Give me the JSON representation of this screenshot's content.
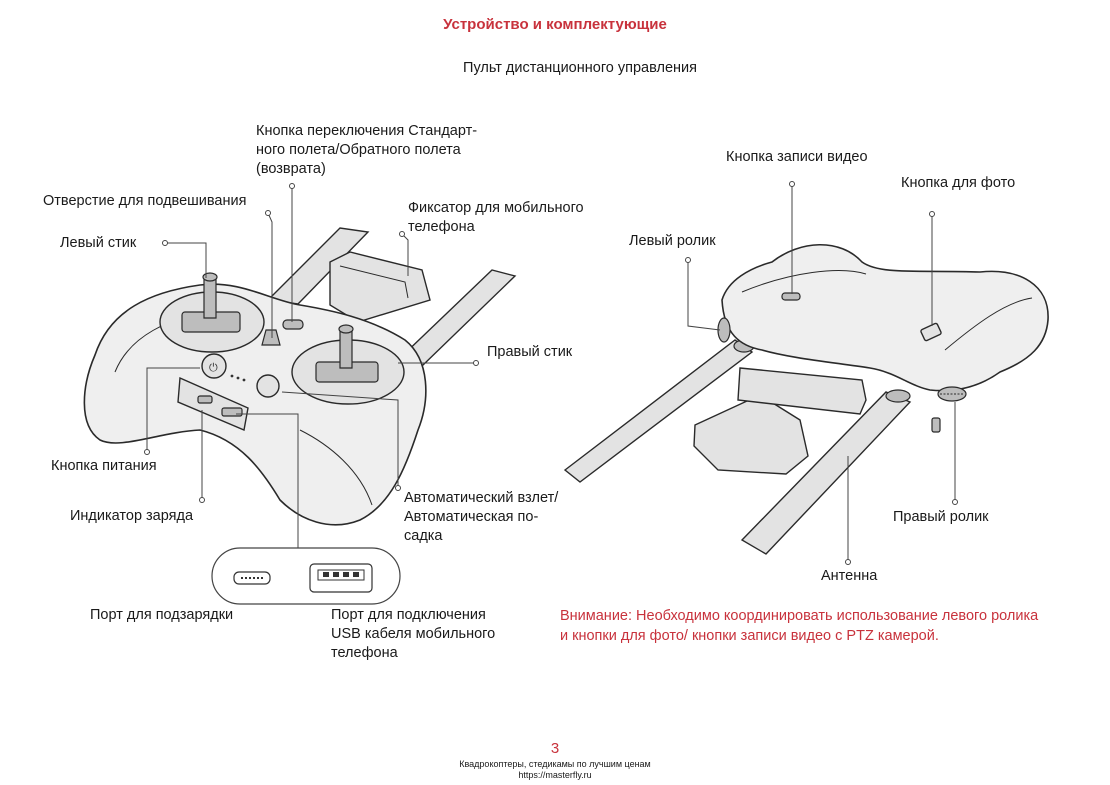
{
  "header": {
    "title": "Устройство и комплектующие",
    "subtitle": "Пульт дистанционного управления"
  },
  "left_labels": {
    "mode_switch": [
      "Кнопка переключения Стандарт-",
      "ного полета/Обратного полета",
      "(возврата)"
    ],
    "lanyard_hole": "Отверстие для подвешивания",
    "phone_holder": [
      "Фиксатор для мобильного",
      "телефона"
    ],
    "left_stick": "Левый стик",
    "right_stick": "Правый стик",
    "power_button": "Кнопка питания",
    "charge_indicator": "Индикатор заряда",
    "auto_takeoff": [
      "Автоматический взлет/",
      "Автоматическая по-",
      "садка"
    ],
    "charging_port": "Порт для подзарядки",
    "usb_port": [
      "Порт для подключения",
      "USB кабеля мобильного",
      "телефона"
    ]
  },
  "right_labels": {
    "record_button": "Кнопка записи видео",
    "photo_button": "Кнопка для фото",
    "left_wheel": "Левый ролик",
    "right_wheel": "Правый ролик",
    "antenna": "Антенна"
  },
  "warning": [
    "Внимание: Необходимо координировать использование левого ролика",
    "и кнопки для фото/ кнопки записи видео с PTZ камерой."
  ],
  "footer": {
    "page_number": "3",
    "line1": "Квадрокоптеры, стедикамы по лучшим ценам",
    "line2": "https://masterfly.ru"
  }
}
